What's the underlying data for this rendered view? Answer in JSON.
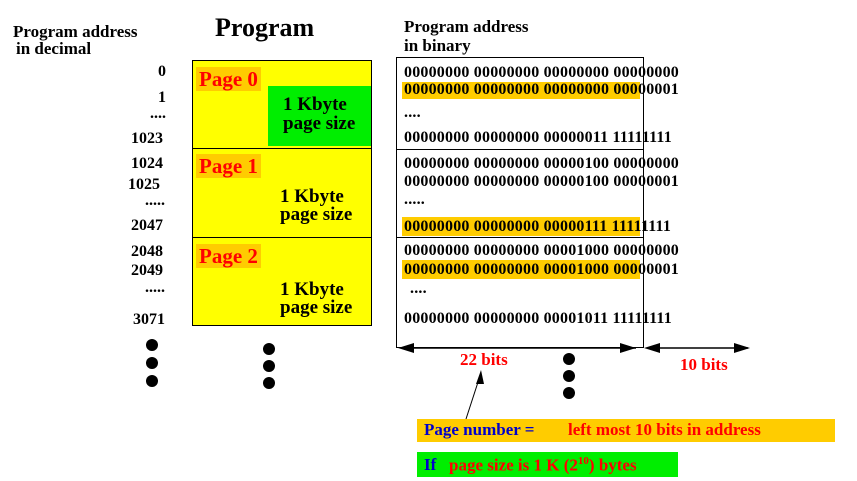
{
  "headers": {
    "decimal_line1": "Program address",
    "decimal_line2": "in decimal",
    "program": "Program",
    "binary_line1": "Program address",
    "binary_line2": "in binary"
  },
  "decimal_addresses": [
    "0",
    "1",
    "....",
    "1023",
    "1024",
    "1025",
    ".....",
    "2047",
    "2048",
    "2049",
    ".....",
    "3071"
  ],
  "pages": [
    {
      "label": "Page 0",
      "size_line1": "1 Kbyte",
      "size_line2": "page size"
    },
    {
      "label": "Page 1",
      "size_line1": "1 Kbyte",
      "size_line2": "page size"
    },
    {
      "label": "Page 2",
      "size_line1": "1 Kbyte",
      "size_line2": "page size"
    }
  ],
  "binary_rows": [
    "00000000 00000000 00000000 00000000",
    "00000000 00000000 00000000 00000001",
    "....",
    "00000000 00000000 00000011 11111111",
    "00000000 00000000 00000100 00000000",
    "00000000 00000000 00000100 00000001",
    ".....",
    "00000000 00000000 00000111 11111111",
    "00000000 00000000 00001000 00000000",
    "00000000 00000000 00001000 00000001",
    "....",
    "00000000 00000000 00001011 11111111"
  ],
  "bits": {
    "left": "22 bits",
    "right": "10 bits"
  },
  "notes": {
    "page_number_a": "Page number = ",
    "page_number_b": "left most 10 bits in address",
    "if_a": "If ",
    "if_b": "page size is 1 K (2",
    "if_exp": "10",
    "if_c": ") bytes"
  },
  "colors": {
    "yellow": "#ffff00",
    "orange": "#ffcc00",
    "green": "#00ee00",
    "red": "#ff0000",
    "blue": "#0000cc"
  }
}
